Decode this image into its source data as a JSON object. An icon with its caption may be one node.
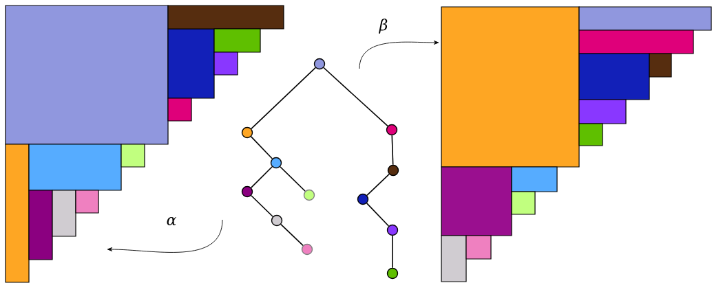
{
  "diagram": {
    "nodes": [
      {
        "text": [],
        "shape": "picture"
      },
      {
        "text": [],
        "shape": "circle"
      },
      {
        "text": [],
        "shape": "circle"
      },
      {
        "text": [],
        "shape": "circle"
      },
      {
        "text": [],
        "shape": "circle"
      },
      {
        "text": [],
        "shape": "circle"
      },
      {
        "text": [],
        "shape": "circle"
      },
      {
        "text": [],
        "shape": "circle"
      },
      {
        "text": [],
        "shape": "circle"
      },
      {
        "text": [],
        "shape": "circle"
      },
      {
        "text": [],
        "shape": "circle"
      },
      {
        "text": [],
        "shape": "circle"
      },
      {
        "text": [],
        "shape": "circle"
      },
      {
        "text": [],
        "shape": "picture"
      }
    ],
    "edges": [
      {
        "from": 1,
        "to": 2,
        "arrow": "none"
      },
      {
        "from": 1,
        "to": 8,
        "arrow": "none"
      },
      {
        "from": 2,
        "to": 3,
        "arrow": "none"
      },
      {
        "from": 3,
        "to": 4,
        "arrow": "none"
      },
      {
        "from": 3,
        "to": 5,
        "arrow": "none"
      },
      {
        "from": 4,
        "to": 6,
        "arrow": "none"
      },
      {
        "from": 6,
        "to": 7,
        "arrow": "none"
      },
      {
        "from": 8,
        "to": 9,
        "arrow": "none"
      },
      {
        "from": 9,
        "to": 10,
        "arrow": "none"
      },
      {
        "from": 10,
        "to": 11,
        "arrow": "none"
      },
      {
        "from": 11,
        "to": 12,
        "arrow": "none"
      },
      {
        "from": null,
        "to": 0,
        "arrow": "to",
        "label": "α"
      },
      {
        "from": null,
        "to": 13,
        "arrow": "to",
        "label": "β"
      }
    ]
  }
}
